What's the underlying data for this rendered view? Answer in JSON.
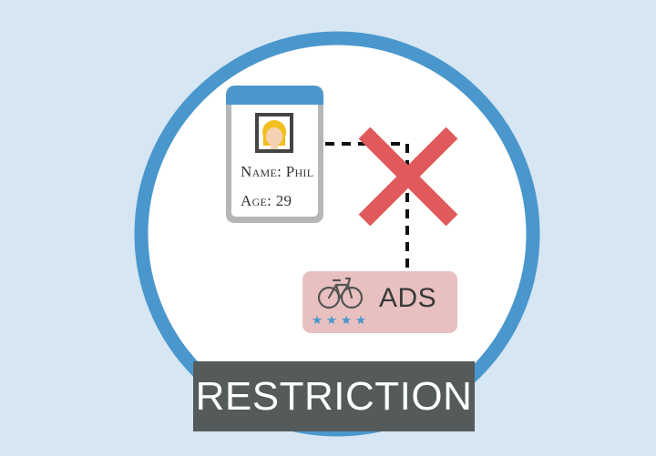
{
  "profile_card": {
    "name_line": "Name: Phil",
    "age_line": "Age: 29"
  },
  "ad": {
    "label": "ADS",
    "rating_stars": 4,
    "icon": "bicycle-icon"
  },
  "banner": {
    "label": "RESTRICTION"
  },
  "colors": {
    "background": "#d6e6f2",
    "ring": "#4a97cd",
    "card_header": "#4a97cd",
    "cross": "#e05a5b",
    "ad_box": "#e8c0c0",
    "banner": "#555b5b",
    "stars": "#4a97cd"
  }
}
